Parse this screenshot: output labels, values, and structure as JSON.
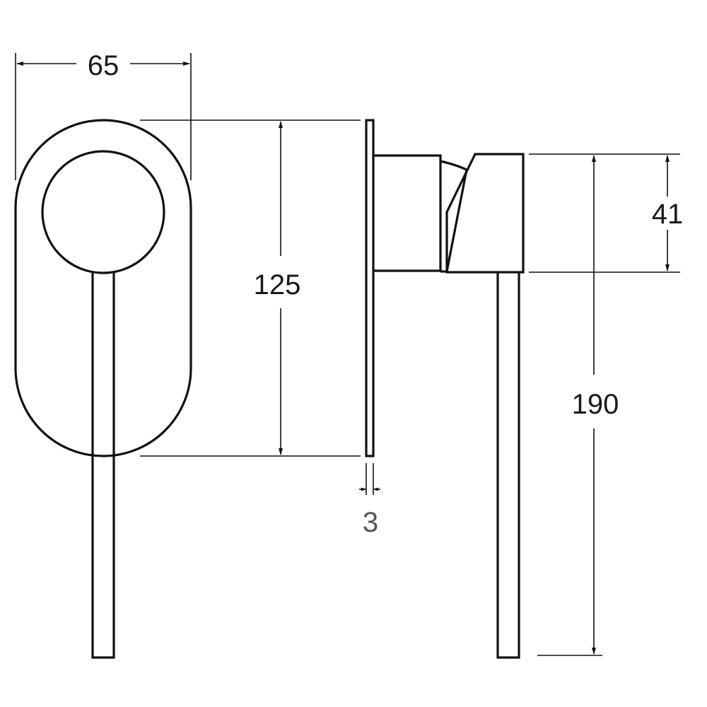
{
  "dimensions": {
    "width_65": "65",
    "height_125": "125",
    "plate_thickness_3": "3",
    "depth_41": "41",
    "lever_length_190": "190"
  },
  "colors": {
    "line": "#111111",
    "text": "#1a1a1a",
    "text_muted": "#555555",
    "background": "#ffffff"
  }
}
